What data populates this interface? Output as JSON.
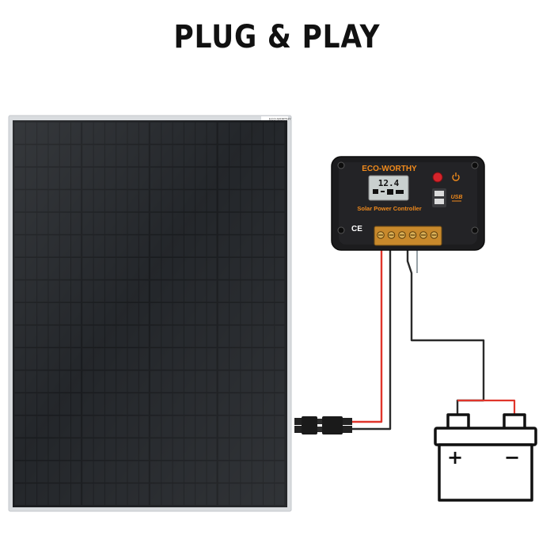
{
  "headline": "PLUG & PLAY",
  "panel": {
    "brand_tag": "ECO-WORTHY",
    "frame_color": "#d9dcdf",
    "cell_color": "#15171a"
  },
  "controller": {
    "brand": "ECO-WORTHY",
    "label": "Solar Power Controller",
    "lcd_reading": "12.4",
    "usb_label": "USB",
    "ce_mark": "CE",
    "brand_color": "#f08a1c",
    "body_color": "#1c1c1e"
  },
  "battery": {
    "plus": "+",
    "minus": "−"
  },
  "wires": {
    "positive_color": "#e0352b",
    "negative_color": "#2a2a2a"
  }
}
